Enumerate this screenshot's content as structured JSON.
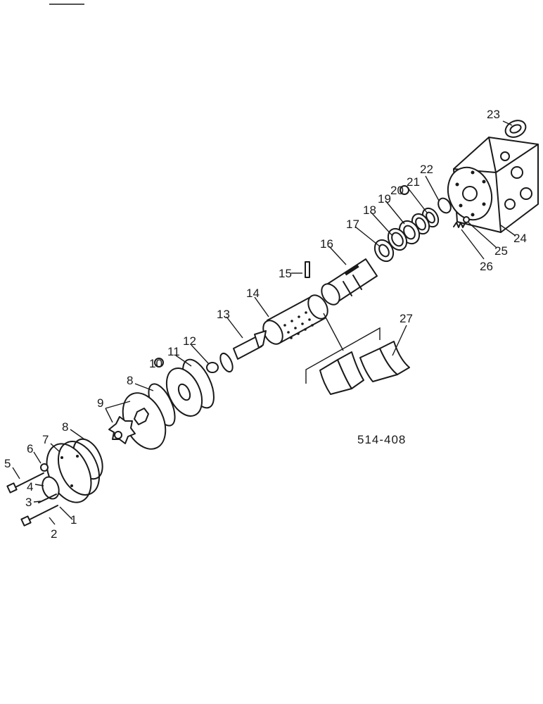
{
  "drawing": {
    "code": "514-408",
    "callouts": [
      "1",
      "2",
      "3",
      "4",
      "5",
      "6",
      "7",
      "8",
      "8",
      "9",
      "10",
      "11",
      "12",
      "13",
      "14",
      "15",
      "16",
      "17",
      "18",
      "19",
      "20",
      "21",
      "22",
      "23",
      "24",
      "25",
      "26",
      "27"
    ]
  }
}
